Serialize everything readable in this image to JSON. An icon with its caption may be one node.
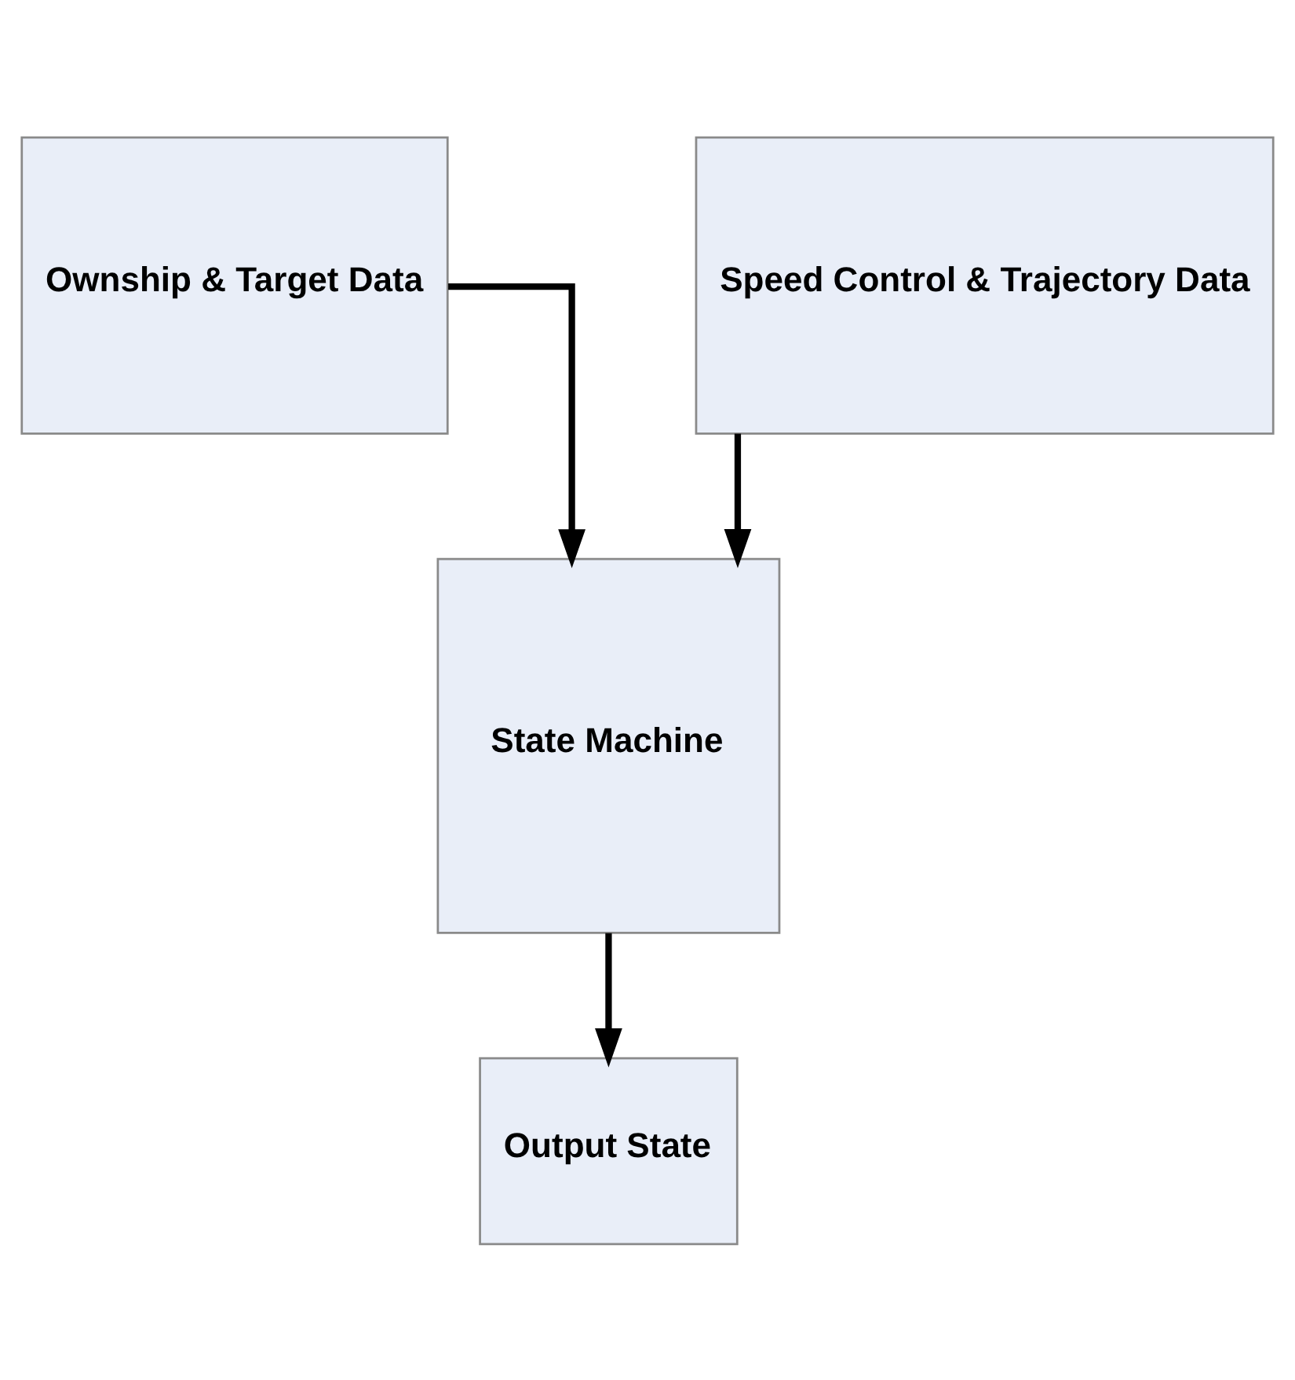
{
  "diagram": {
    "nodes": [
      {
        "text": [
          "Ownship & Target Data"
        ]
      },
      {
        "text": [
          "Speed Control & Trajectory Data"
        ]
      },
      {
        "text": [
          "State Machine"
        ]
      },
      {
        "text": [
          "Output State"
        ]
      }
    ],
    "edges": [
      {
        "from": 0,
        "to": 2,
        "arrow": "to"
      },
      {
        "from": 1,
        "to": 2,
        "arrow": "to"
      },
      {
        "from": 2,
        "to": 3,
        "arrow": "to"
      }
    ]
  }
}
